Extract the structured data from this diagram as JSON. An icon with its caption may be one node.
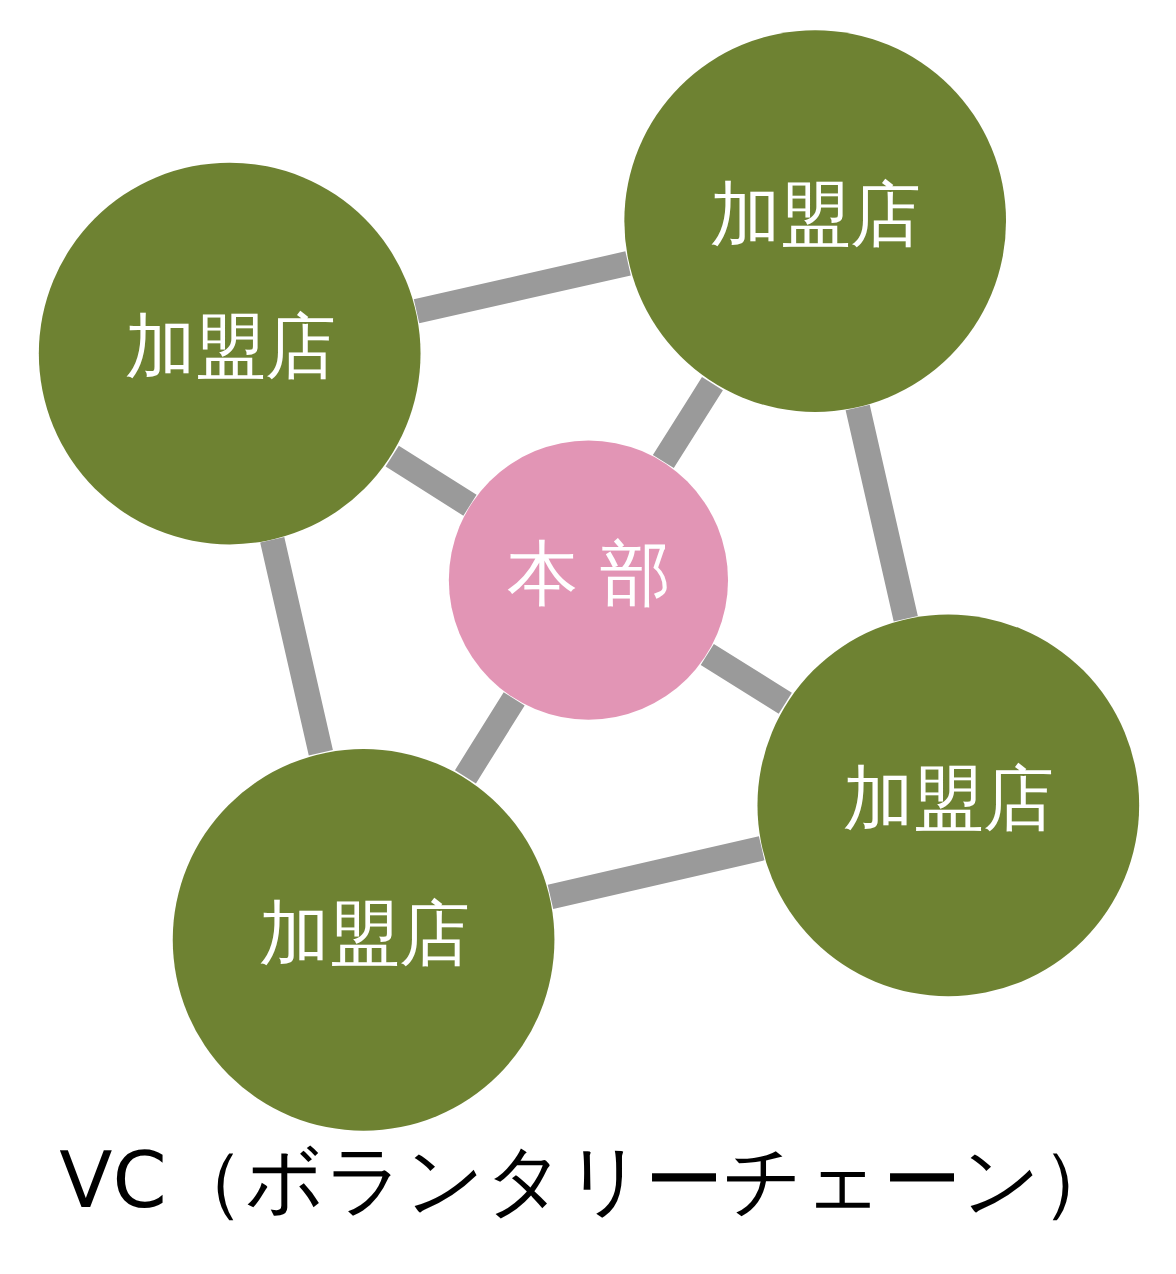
{
  "diagram": {
    "caption": "VC（ボランタリーチェーン）",
    "nodes": [
      {
        "text": [
          "本 部"
        ]
      },
      {
        "text": [
          "加盟店"
        ]
      },
      {
        "text": [
          "加盟店"
        ]
      },
      {
        "text": [
          "加盟店"
        ]
      },
      {
        "text": [
          "加盟店"
        ]
      }
    ],
    "edges": [
      {
        "from": 0,
        "to": 1,
        "arrow": "none"
      },
      {
        "from": 0,
        "to": 2,
        "arrow": "none"
      },
      {
        "from": 0,
        "to": 3,
        "arrow": "none"
      },
      {
        "from": 0,
        "to": 4,
        "arrow": "none"
      },
      {
        "from": 1,
        "to": 2,
        "arrow": "none"
      },
      {
        "from": 2,
        "to": 3,
        "arrow": "none"
      },
      {
        "from": 3,
        "to": 4,
        "arrow": "none"
      },
      {
        "from": 4,
        "to": 1,
        "arrow": "none"
      }
    ]
  }
}
